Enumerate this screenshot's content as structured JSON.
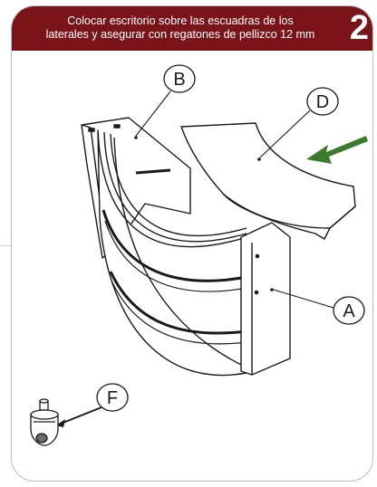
{
  "instruction": {
    "line1": "Colocar escritorio sobre las escuadras de los",
    "line2": "laterales y asegurar con regatones de pellizco 12 mm"
  },
  "step_number": "2",
  "parts": {
    "A": "A",
    "B": "B",
    "D": "D",
    "F": "F"
  },
  "colors": {
    "banner": "#7a1418",
    "arrow": "#3d7a2c",
    "stroke": "#1a1a1a"
  },
  "icons": [
    "down-left-arrow-icon",
    "rubber-foot-icon"
  ]
}
